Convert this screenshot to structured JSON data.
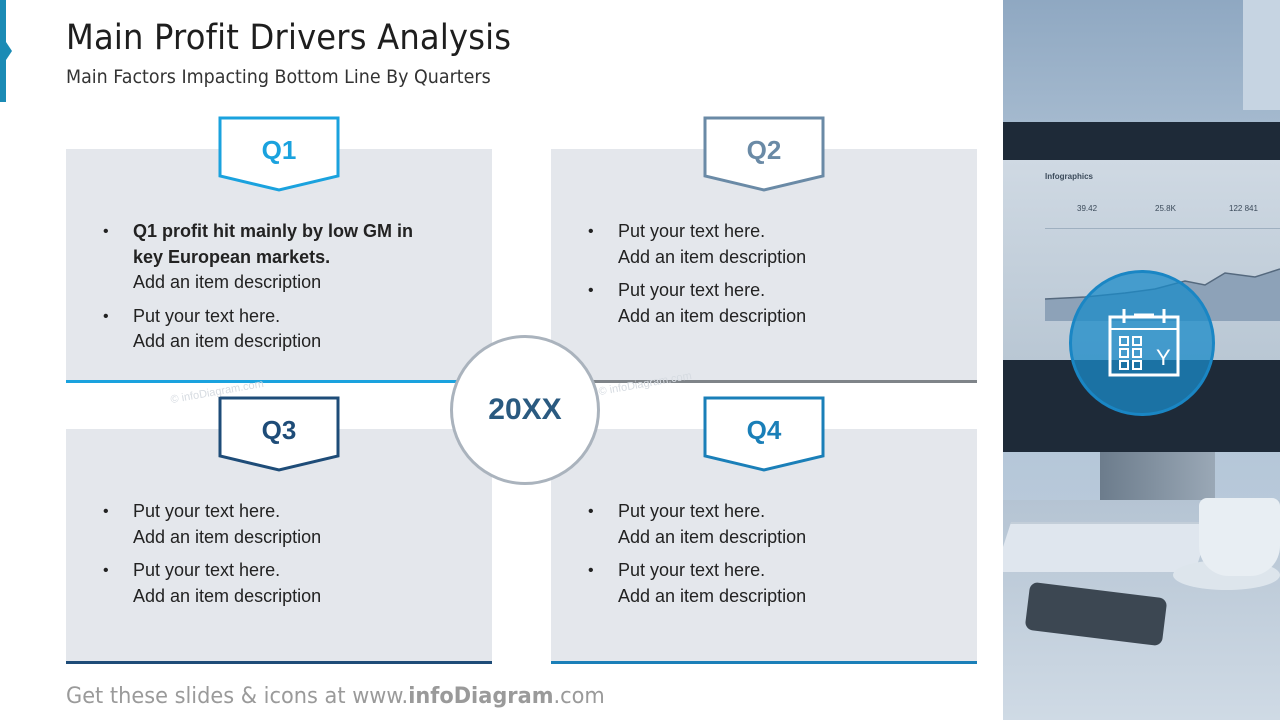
{
  "header": {
    "title": "Main Profit Drivers Analysis",
    "subtitle": "Main Factors Impacting Bottom Line By Quarters"
  },
  "center": {
    "year": "20XX"
  },
  "quarters": [
    {
      "label": "Q1",
      "color": "#1aa2de",
      "items": [
        {
          "lines": [
            "Q1 profit hit mainly by low GM in",
            "key European  markets."
          ],
          "desc": "Add an item description",
          "bold": true
        },
        {
          "lines": [
            "Put your text here."
          ],
          "desc": "Add an item description",
          "bold": false
        }
      ]
    },
    {
      "label": "Q2",
      "color": "#6a8aa6",
      "items": [
        {
          "lines": [
            "Put your text here."
          ],
          "desc": "Add an item description",
          "bold": false
        },
        {
          "lines": [
            "Put your text here."
          ],
          "desc": "Add an item description",
          "bold": false
        }
      ]
    },
    {
      "label": "Q3",
      "color": "#1e4c78",
      "items": [
        {
          "lines": [
            "Put your text here."
          ],
          "desc": "Add an item description",
          "bold": false
        },
        {
          "lines": [
            "Put your text here."
          ],
          "desc": "Add an item description",
          "bold": false
        }
      ]
    },
    {
      "label": "Q4",
      "color": "#1a7fb8",
      "items": [
        {
          "lines": [
            "Put your text here."
          ],
          "desc": "Add an item description",
          "bold": false
        },
        {
          "lines": [
            "Put your text here."
          ],
          "desc": "Add an item description",
          "bold": false
        }
      ]
    }
  ],
  "watermark": "© infoDiagram.com",
  "footer": {
    "prefix": "Get these slides & icons at www.",
    "brand": "infoDiagram",
    "suffix": ".com"
  },
  "photo": {
    "screen_title": "Infographics",
    "stats": [
      "39.42",
      "25.8K",
      "122 841"
    ],
    "icon": "calendar-year-icon",
    "calendar_letter": "Y"
  }
}
